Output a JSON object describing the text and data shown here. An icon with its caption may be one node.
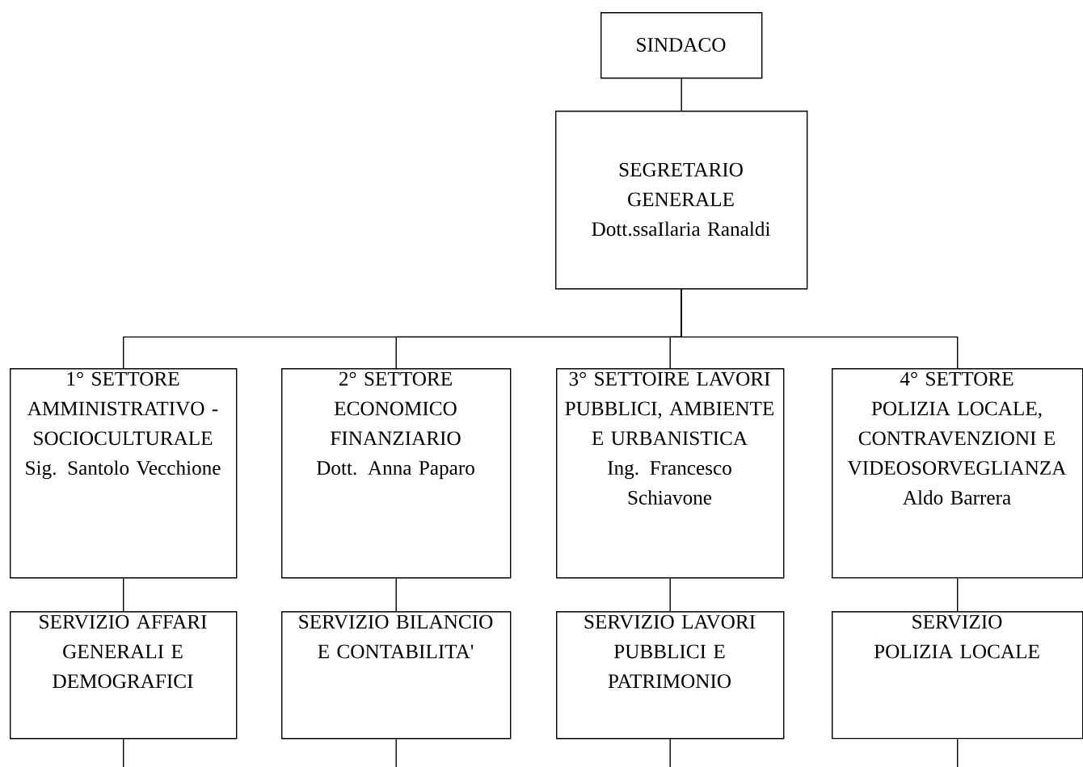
{
  "diagram": {
    "nodes": [
      {
        "text": [
          "SINDACO"
        ]
      },
      {
        "text": [
          "SEGRETARIO GENERALE",
          "Dott.ssaIlaria Ranaldi"
        ]
      },
      {
        "text": [
          "1° SETTORE AMMINISTRATIVO - SOCIOCULTURALE",
          "Sig. Santolo Vecchione"
        ]
      },
      {
        "text": [
          "2° SETTORE ECONOMICO FINANZIARIO",
          "Dott. Anna Paparo"
        ]
      },
      {
        "text": [
          "3° SETTOIRE LAVORI PUBBLICI, AMBIENTE E URBANISTICA",
          "Ing. Francesco Schiavone"
        ]
      },
      {
        "text": [
          "4° SETTORE POLIZIA LOCALE, CONTRAVENZIONI E VIDEOSORVEGLIANZA",
          "Aldo Barrera"
        ]
      },
      {
        "text": [
          "SERVIZIO AFFARI GENERALI E DEMOGRAFICI"
        ]
      },
      {
        "text": [
          "SERVIZIO BILANCIO E CONTABILITA'"
        ]
      },
      {
        "text": [
          "SERVIZIO LAVORI PUBBLICI E PATRIMONIO"
        ]
      },
      {
        "text": [
          "SERVIZIO POLIZIA LOCALE"
        ]
      }
    ],
    "edges": [
      {
        "from": 0,
        "to": 1,
        "arrow": "none"
      },
      {
        "from": 1,
        "to": 2,
        "arrow": "none"
      },
      {
        "from": 1,
        "to": 3,
        "arrow": "none"
      },
      {
        "from": 1,
        "to": 4,
        "arrow": "none"
      },
      {
        "from": 1,
        "to": 5,
        "arrow": "none"
      },
      {
        "from": 2,
        "to": 6,
        "arrow": "none"
      },
      {
        "from": 3,
        "to": 7,
        "arrow": "none"
      },
      {
        "from": 4,
        "to": 8,
        "arrow": "none"
      },
      {
        "from": 5,
        "to": 9,
        "arrow": "none"
      },
      {
        "from": 6,
        "to": null,
        "arrow": "none"
      },
      {
        "from": 7,
        "to": null,
        "arrow": "none"
      },
      {
        "from": 8,
        "to": null,
        "arrow": "none"
      },
      {
        "from": 9,
        "to": null,
        "arrow": "none"
      }
    ]
  }
}
